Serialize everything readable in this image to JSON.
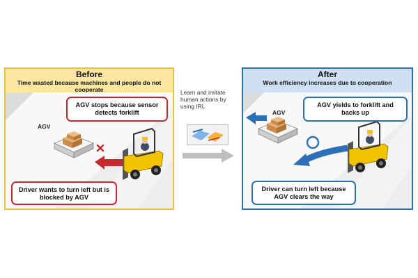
{
  "before": {
    "title": "Before",
    "subtitle": "Time wasted because machines and people do not cooperate",
    "agv_label": "AGV",
    "bubble_top": "AGV stops because sensor detects forklift",
    "bubble_bottom": "Driver wants to turn left but is blocked by AGV"
  },
  "middle": {
    "text": "Learn and imitate human actions by using IRL"
  },
  "after": {
    "title": "After",
    "subtitle": "Work efficiency increases due to cooperation",
    "agv_label": "AGV",
    "bubble_top": "AGV yields to forklift and backs up",
    "bubble_bottom": "Driver can turn left because AGV clears the way"
  },
  "colors": {
    "before_border": "#e9c23a",
    "before_header": "#fbe7a2",
    "after_border": "#2d70b7",
    "after_header": "#cfe0f3",
    "red": "#c8282e",
    "blue": "#2d70b7",
    "forklift_yellow": "#f2c400"
  }
}
